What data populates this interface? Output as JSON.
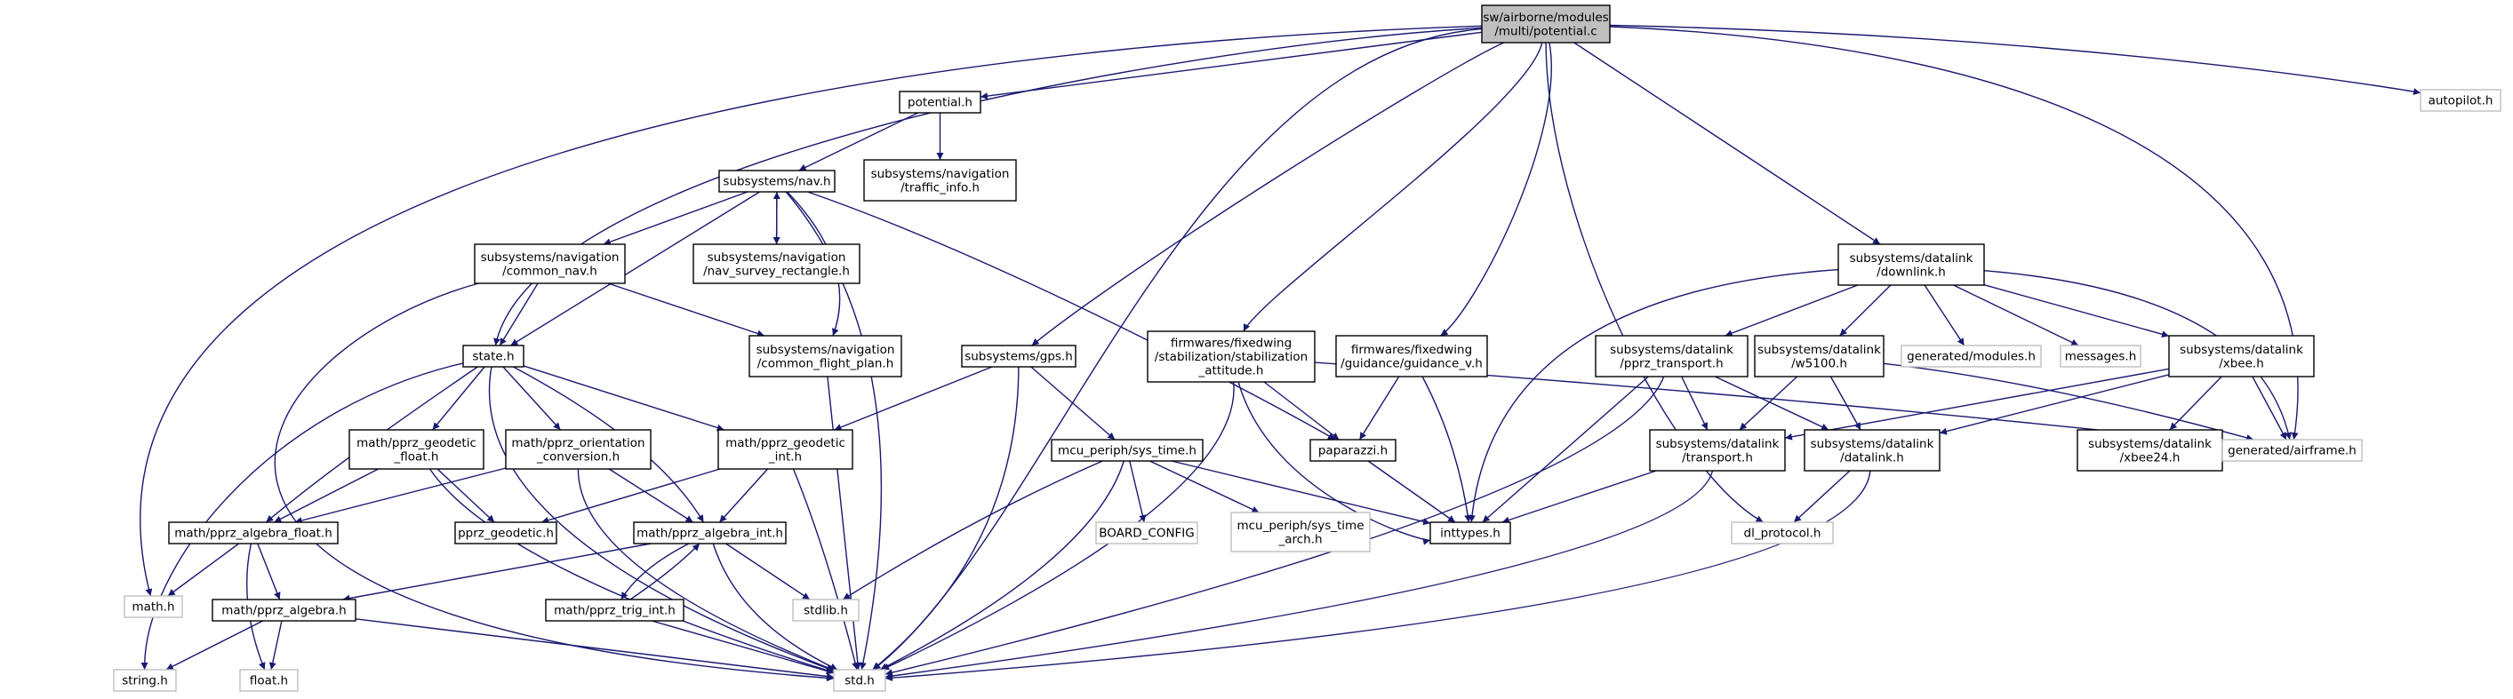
{
  "graph": {
    "title": "sw/airborne/modules/multi/potential.c",
    "colors": {
      "edge": "#191970",
      "root_fill": "#bfbfbf",
      "missing_border": "#bfbfbf",
      "node_border": "#000000"
    },
    "nodes": [
      {
        "id": "root",
        "lines": [
          "sw/airborne/modules",
          "/multi/potential.c"
        ]
      },
      {
        "id": "potential_h",
        "lines": [
          "potential.h"
        ]
      },
      {
        "id": "autopilot_h",
        "lines": [
          "autopilot.h"
        ]
      },
      {
        "id": "nav_h",
        "lines": [
          "subsystems/nav.h"
        ]
      },
      {
        "id": "traffic_info_h",
        "lines": [
          "subsystems/navigation",
          "/traffic_info.h"
        ]
      },
      {
        "id": "common_nav_h",
        "lines": [
          "subsystems/navigation",
          "/common_nav.h"
        ]
      },
      {
        "id": "nav_survey_h",
        "lines": [
          "subsystems/navigation",
          "/nav_survey_rectangle.h"
        ]
      },
      {
        "id": "common_flight_plan_h",
        "lines": [
          "subsystems/navigation",
          "/common_flight_plan.h"
        ]
      },
      {
        "id": "downlink_h",
        "lines": [
          "subsystems/datalink",
          "/downlink.h"
        ]
      },
      {
        "id": "state_h",
        "lines": [
          "state.h"
        ]
      },
      {
        "id": "gps_h",
        "lines": [
          "subsystems/gps.h"
        ]
      },
      {
        "id": "stab_att_h",
        "lines": [
          "firmwares/fixedwing",
          "/stabilization/stabilization",
          "_attitude.h"
        ]
      },
      {
        "id": "guidance_v_h",
        "lines": [
          "firmwares/fixedwing",
          "/guidance/guidance_v.h"
        ]
      },
      {
        "id": "pprz_transport_h",
        "lines": [
          "subsystems/datalink",
          "/pprz_transport.h"
        ]
      },
      {
        "id": "w5100_h",
        "lines": [
          "subsystems/datalink",
          "/w5100.h"
        ]
      },
      {
        "id": "gen_modules_h",
        "lines": [
          "generated/modules.h"
        ]
      },
      {
        "id": "messages_h",
        "lines": [
          "messages.h"
        ]
      },
      {
        "id": "xbee_h",
        "lines": [
          "subsystems/datalink",
          "/xbee.h"
        ]
      },
      {
        "id": "pprz_geodetic_float_h",
        "lines": [
          "math/pprz_geodetic",
          "_float.h"
        ]
      },
      {
        "id": "pprz_orientation_h",
        "lines": [
          "math/pprz_orientation",
          "_conversion.h"
        ]
      },
      {
        "id": "pprz_geodetic_int_h",
        "lines": [
          "math/pprz_geodetic",
          "_int.h"
        ]
      },
      {
        "id": "sys_time_h",
        "lines": [
          "mcu_periph/sys_time.h"
        ]
      },
      {
        "id": "paparazzi_h",
        "lines": [
          "paparazzi.h"
        ]
      },
      {
        "id": "transport_h",
        "lines": [
          "subsystems/datalink",
          "/transport.h"
        ]
      },
      {
        "id": "datalink_h",
        "lines": [
          "subsystems/datalink",
          "/datalink.h"
        ]
      },
      {
        "id": "xbee24_h",
        "lines": [
          "subsystems/datalink",
          "/xbee24.h"
        ]
      },
      {
        "id": "gen_airframe_h",
        "lines": [
          "generated/airframe.h"
        ]
      },
      {
        "id": "pprz_algebra_float_h",
        "lines": [
          "math/pprz_algebra_float.h"
        ]
      },
      {
        "id": "pprz_geodetic_h",
        "lines": [
          "pprz_geodetic.h"
        ]
      },
      {
        "id": "pprz_algebra_int_h",
        "lines": [
          "math/pprz_algebra_int.h"
        ]
      },
      {
        "id": "board_config",
        "lines": [
          "BOARD_CONFIG"
        ]
      },
      {
        "id": "sys_time_arch_h",
        "lines": [
          "mcu_periph/sys_time",
          "_arch.h"
        ]
      },
      {
        "id": "inttypes_h",
        "lines": [
          "inttypes.h"
        ]
      },
      {
        "id": "dl_protocol_h",
        "lines": [
          "dl_protocol.h"
        ]
      },
      {
        "id": "math_h",
        "lines": [
          "math.h"
        ]
      },
      {
        "id": "pprz_algebra_h",
        "lines": [
          "math/pprz_algebra.h"
        ]
      },
      {
        "id": "stdlib_h",
        "lines": [
          "stdlib.h"
        ]
      },
      {
        "id": "pprz_trig_int_h",
        "lines": [
          "math/pprz_trig_int.h"
        ]
      },
      {
        "id": "string_h",
        "lines": [
          "string.h"
        ]
      },
      {
        "id": "float_h",
        "lines": [
          "float.h"
        ]
      },
      {
        "id": "std_h",
        "lines": [
          "std.h"
        ]
      }
    ]
  }
}
